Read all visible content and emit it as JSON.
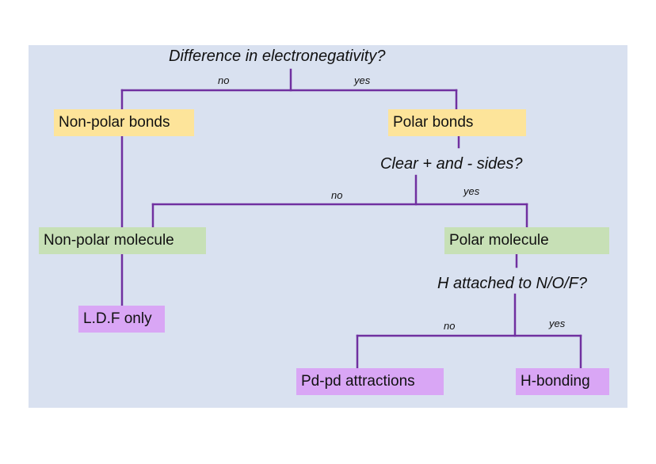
{
  "questions": {
    "electronegativity": "Difference in electronegativity?",
    "sides": "Clear + and - sides?",
    "hydrogen": "H attached to N/O/F?"
  },
  "branch_labels": {
    "no": "no",
    "yes": "yes"
  },
  "nodes": {
    "nonpolar_bonds": "Non-polar bonds",
    "polar_bonds": "Polar bonds",
    "nonpolar_molecule": "Non-polar molecule",
    "polar_molecule": "Polar molecule",
    "ldf_only": "L.D.F only",
    "pdpd": "Pd-pd attractions",
    "hbonding": "H-bonding"
  },
  "colors": {
    "background_panel": "#d9e1f0",
    "connector": "#7030a0",
    "bond_box": "#fde49a",
    "molecule_box": "#c7e0b6",
    "force_box": "#d9a6f5"
  }
}
